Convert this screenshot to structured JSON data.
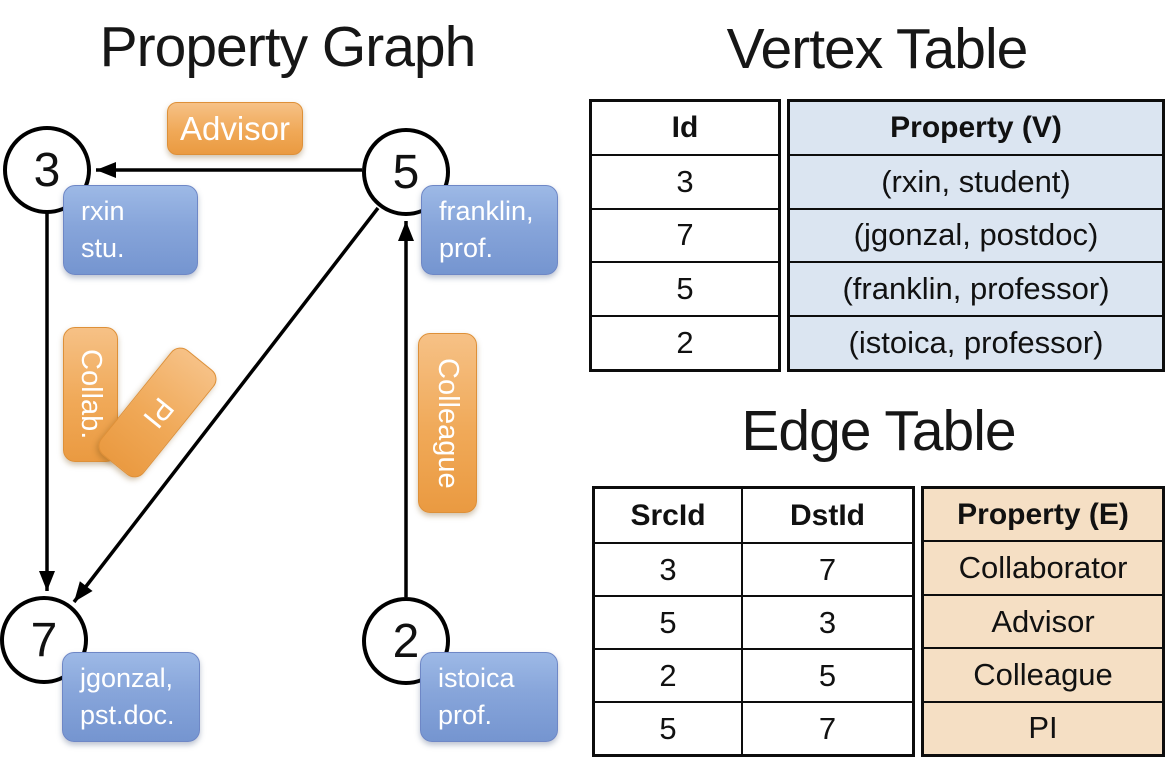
{
  "graph": {
    "title": "Property Graph",
    "nodes": [
      {
        "id": "3",
        "property": {
          "line1": "rxin",
          "line2": "stu."
        }
      },
      {
        "id": "5",
        "property": {
          "line1": "franklin,",
          "line2": "prof."
        }
      },
      {
        "id": "7",
        "property": {
          "line1": "jgonzal,",
          "line2": "pst.doc."
        }
      },
      {
        "id": "2",
        "property": {
          "line1": "istoica",
          "line2": "prof."
        }
      }
    ],
    "edge_labels": {
      "advisor": "Advisor",
      "collab": "Collab.",
      "pi": "PI",
      "colleague": "Colleague"
    }
  },
  "vertex_table": {
    "title": "Vertex Table",
    "headers": {
      "id": "Id",
      "property": "Property (V)"
    },
    "rows": [
      {
        "id": "3",
        "property": "(rxin, student)"
      },
      {
        "id": "7",
        "property": "(jgonzal, postdoc)"
      },
      {
        "id": "5",
        "property": "(franklin, professor)"
      },
      {
        "id": "2",
        "property": "(istoica, professor)"
      }
    ]
  },
  "edge_table": {
    "title": "Edge Table",
    "headers": {
      "src": "SrcId",
      "dst": "DstId",
      "property": "Property (E)"
    },
    "rows": [
      {
        "src": "3",
        "dst": "7",
        "property": "Collaborator"
      },
      {
        "src": "5",
        "dst": "3",
        "property": "Advisor"
      },
      {
        "src": "2",
        "dst": "5",
        "property": "Colleague"
      },
      {
        "src": "5",
        "dst": "7",
        "property": "PI"
      }
    ]
  },
  "colors": {
    "edge_label_orange": "#f0a958",
    "vertex_box_blue": "#87a5da",
    "vertex_cell_blue": "#dbe5f1",
    "edge_cell_tan": "#f5dfc4",
    "line_black": "#000000"
  }
}
